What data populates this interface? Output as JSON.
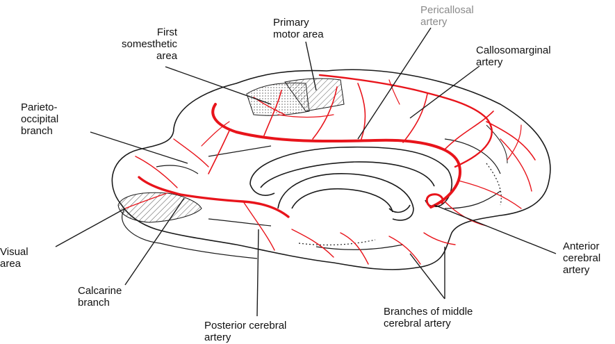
{
  "labels": {
    "first_somesthetic": "First\nsomesthetic\narea",
    "primary_motor": "Primary\nmotor area",
    "pericallosal": "Pericallosal\nartery",
    "callosomarginal": "Callosomarginal\nartery",
    "parieto_occipital": "Parieto-\noccipital\nbranch",
    "visual": "Visual\narea",
    "calcarine": "Calcarine\nbranch",
    "anterior_cerebral": "Anterior\ncerebral\nartery",
    "middle_cerebral": "Branches of middle\ncerebral artery",
    "posterior_cerebral": "Posterior cerebral\nartery"
  },
  "colors": {
    "artery": "#e8141b",
    "outline": "#1a1a1a",
    "label": "#111111"
  }
}
